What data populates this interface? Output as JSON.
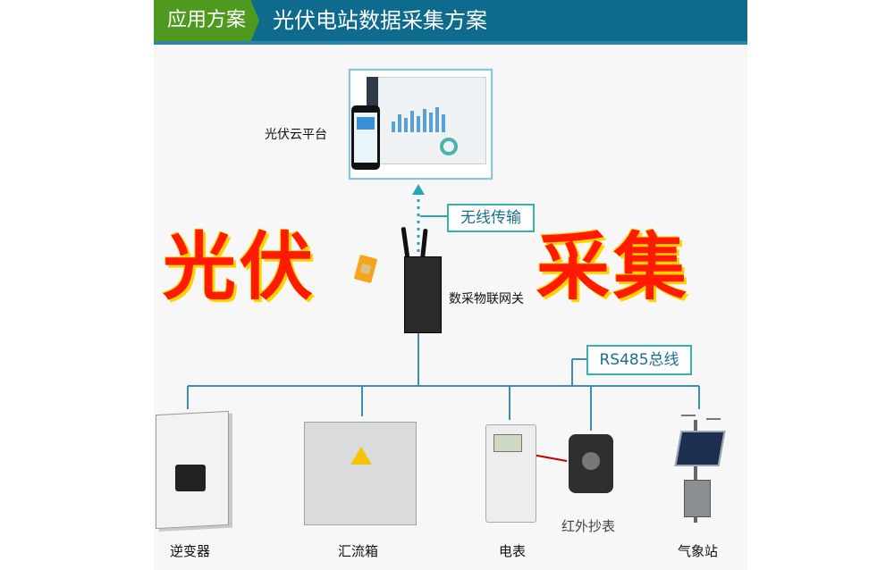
{
  "header": {
    "tag": "应用方案",
    "title": "光伏电站数据采集方案"
  },
  "nodes": {
    "cloud": "光伏云平台",
    "gateway": "数采物联网关",
    "wireless": "无线传输",
    "bus": "RS485总线",
    "inverter": "逆变器",
    "combiner": "汇流箱",
    "meter": "电表",
    "ir_reader": "红外抄表",
    "weather": "气象站"
  },
  "slogan": {
    "left": "光伏",
    "right": "采集"
  },
  "colors": {
    "header": "#0f6b8d",
    "tag": "#4f9a1e",
    "line": "#3a8fb0",
    "slogan": "#ff1a00",
    "arrow": "#c00000"
  }
}
